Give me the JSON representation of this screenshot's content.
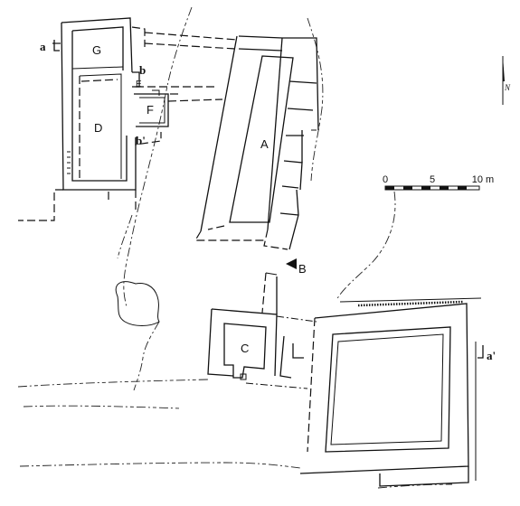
{
  "rooms": {
    "a": "A",
    "b": "B",
    "c": "C",
    "d": "D",
    "e": "E",
    "f": "F",
    "g": "G"
  },
  "sections": {
    "a": "a",
    "a_prime": "a'",
    "b": "b",
    "b_prime": "b'"
  },
  "scale": {
    "ticks": [
      "0",
      "5",
      "10 m"
    ]
  },
  "north": {
    "label": "N"
  }
}
